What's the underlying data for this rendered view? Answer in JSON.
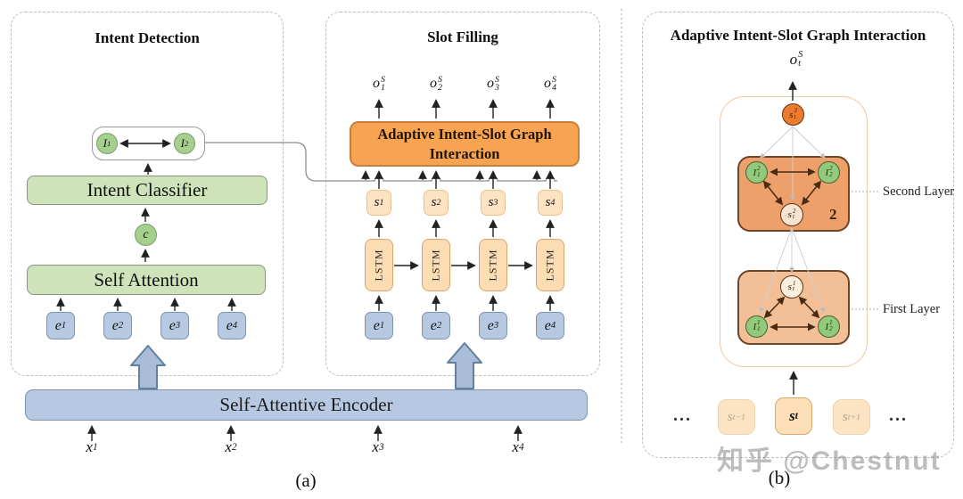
{
  "watermark": "知乎 @Chestnut",
  "colors": {
    "green_fill": "#cfe3ba",
    "green_border": "#8a9383",
    "blue_fill": "#b7c9e2",
    "blue_border": "#7e92af",
    "orange_fill": "#f6a452",
    "orange_border": "#c87f3a",
    "peach_fill": "#fbe3c4",
    "peach_border": "#eec28e",
    "lstm_fill": "#fcdcb2",
    "lstm_border": "#dba568",
    "layer2_fill": "#eda06a",
    "layer1_fill": "#f3bf97",
    "layer_border": "#6e4526",
    "node_green_fill": "#92ca7c",
    "node_green_border": "#46603a",
    "node_orange_fill": "#ee7b2d",
    "block_arrow_fill": "#a9bdd8"
  },
  "panel_a": {
    "caption": "(a)",
    "intent": {
      "title": "Intent Detection",
      "intent_nodes": [
        {
          "base": "I",
          "sub": "1"
        },
        {
          "base": "I",
          "sub": "2"
        }
      ],
      "classifier_label": "Intent Classifier",
      "context_node": {
        "base": "c"
      },
      "self_attention_label": "Self Attention",
      "embeddings": [
        {
          "base": "e",
          "sub": "1"
        },
        {
          "base": "e",
          "sub": "2"
        },
        {
          "base": "e",
          "sub": "3"
        },
        {
          "base": "e",
          "sub": "4"
        }
      ]
    },
    "slot": {
      "title": "Slot Filling",
      "outputs": [
        {
          "base": "o",
          "sub": "1",
          "sup": "S"
        },
        {
          "base": "o",
          "sub": "2",
          "sup": "S"
        },
        {
          "base": "o",
          "sub": "3",
          "sup": "S"
        },
        {
          "base": "o",
          "sub": "4",
          "sup": "S"
        }
      ],
      "interaction_label_line1": "Adaptive Intent-Slot Graph",
      "interaction_label_line2": "Interaction",
      "slot_states": [
        {
          "base": "s",
          "sub": "1"
        },
        {
          "base": "s",
          "sub": "2"
        },
        {
          "base": "s",
          "sub": "3"
        },
        {
          "base": "s",
          "sub": "4"
        }
      ],
      "lstm_label": "LSTM",
      "embeddings": [
        {
          "base": "e",
          "sub": "1"
        },
        {
          "base": "e",
          "sub": "2"
        },
        {
          "base": "e",
          "sub": "3"
        },
        {
          "base": "e",
          "sub": "4"
        }
      ]
    },
    "encoder_label": "Self-Attentive Encoder",
    "inputs": [
      {
        "base": "x",
        "sub": "1"
      },
      {
        "base": "x",
        "sub": "2"
      },
      {
        "base": "x",
        "sub": "3"
      },
      {
        "base": "x",
        "sub": "4"
      }
    ]
  },
  "panel_b": {
    "title": "Adaptive Intent-Slot Graph Interaction",
    "caption": "(b)",
    "output": {
      "base": "o",
      "sub": "t",
      "sup": "S"
    },
    "top_node": {
      "base": "s",
      "sub": "t",
      "sup": "3"
    },
    "second_layer": {
      "label": "Second Layer",
      "badge": "2",
      "intent_nodes": [
        {
          "base": "I",
          "sub": "1",
          "sup": "2"
        },
        {
          "base": "I",
          "sub": "2",
          "sup": "2"
        }
      ],
      "slot_node": {
        "base": "s",
        "sub": "t",
        "sup": "2"
      }
    },
    "first_layer": {
      "label": "First Layer",
      "slot_node": {
        "base": "s",
        "sub": "t",
        "sup": "1"
      },
      "intent_nodes": [
        {
          "base": "I",
          "sub": "1",
          "sup": "1"
        },
        {
          "base": "I",
          "sub": "2",
          "sup": "1"
        }
      ]
    },
    "timeline": {
      "left_dots": "...",
      "prev": {
        "base": "s",
        "sub": "t−1"
      },
      "curr": {
        "base": "s",
        "sub": "t"
      },
      "next": {
        "base": "s",
        "sub": "t+1"
      },
      "right_dots": "..."
    }
  }
}
